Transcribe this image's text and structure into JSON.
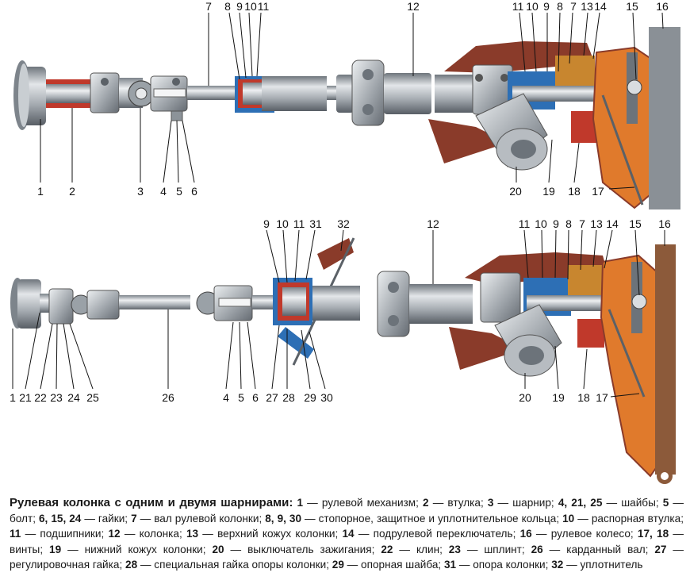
{
  "diagram": {
    "top_callouts": [
      {
        "id": "c7",
        "label": "7"
      },
      {
        "id": "c8",
        "label": "8"
      },
      {
        "id": "c9",
        "label": "9"
      },
      {
        "id": "c10",
        "label": "10"
      },
      {
        "id": "c11",
        "label": "11"
      },
      {
        "id": "c12",
        "label": "12"
      },
      {
        "id": "c11b",
        "label": "11"
      },
      {
        "id": "c10b",
        "label": "10"
      },
      {
        "id": "c9b",
        "label": "9"
      },
      {
        "id": "c8b",
        "label": "8"
      },
      {
        "id": "c7b",
        "label": "7"
      },
      {
        "id": "c13",
        "label": "13"
      },
      {
        "id": "c14",
        "label": "14"
      },
      {
        "id": "c15",
        "label": "15"
      },
      {
        "id": "c16",
        "label": "16"
      },
      {
        "id": "c1",
        "label": "1"
      },
      {
        "id": "c2",
        "label": "2"
      },
      {
        "id": "c3",
        "label": "3"
      },
      {
        "id": "c4",
        "label": "4"
      },
      {
        "id": "c5",
        "label": "5"
      },
      {
        "id": "c6",
        "label": "6"
      },
      {
        "id": "c20",
        "label": "20"
      },
      {
        "id": "c19",
        "label": "19"
      },
      {
        "id": "c18",
        "label": "18"
      },
      {
        "id": "c17",
        "label": "17"
      }
    ],
    "bottom_callouts": [
      {
        "id": "d9",
        "label": "9"
      },
      {
        "id": "d10",
        "label": "10"
      },
      {
        "id": "d11",
        "label": "11"
      },
      {
        "id": "d31",
        "label": "31"
      },
      {
        "id": "d32",
        "label": "32"
      },
      {
        "id": "d12",
        "label": "12"
      },
      {
        "id": "d11b",
        "label": "11"
      },
      {
        "id": "d10b",
        "label": "10"
      },
      {
        "id": "d9b",
        "label": "9"
      },
      {
        "id": "d8",
        "label": "8"
      },
      {
        "id": "d7",
        "label": "7"
      },
      {
        "id": "d13",
        "label": "13"
      },
      {
        "id": "d14",
        "label": "14"
      },
      {
        "id": "d15",
        "label": "15"
      },
      {
        "id": "d16",
        "label": "16"
      },
      {
        "id": "d1",
        "label": "1"
      },
      {
        "id": "d21",
        "label": "21"
      },
      {
        "id": "d22",
        "label": "22"
      },
      {
        "id": "d23",
        "label": "23"
      },
      {
        "id": "d24",
        "label": "24"
      },
      {
        "id": "d25",
        "label": "25"
      },
      {
        "id": "d26",
        "label": "26"
      },
      {
        "id": "d4",
        "label": "4"
      },
      {
        "id": "d5",
        "label": "5"
      },
      {
        "id": "d6",
        "label": "6"
      },
      {
        "id": "d27",
        "label": "27"
      },
      {
        "id": "d28",
        "label": "28"
      },
      {
        "id": "d29",
        "label": "29"
      },
      {
        "id": "d30",
        "label": "30"
      },
      {
        "id": "d20",
        "label": "20"
      },
      {
        "id": "d19",
        "label": "19"
      },
      {
        "id": "d18",
        "label": "18"
      },
      {
        "id": "d17",
        "label": "17"
      }
    ],
    "colors": {
      "steel": "#9aa1a7",
      "steel_light": "#d9dde0",
      "steel_dark": "#5b6167",
      "brown": "#8a3b2a",
      "orange": "#e07a2c",
      "red": "#c0392b",
      "blue": "#2d6fb5",
      "copper": "#c8862f"
    }
  },
  "caption": {
    "title": "Рулевая колонка с одним и двумя шарнирами:",
    "items": [
      {
        "key": "1",
        "text": " — рулевой механизм; "
      },
      {
        "key": "2",
        "text": " — втулка; "
      },
      {
        "key": "3",
        "text": " — шарнир; "
      },
      {
        "key": "4, 21, 25",
        "text": " — шай­бы; "
      },
      {
        "key": "5",
        "text": " — болт; "
      },
      {
        "key": "6, 15, 24",
        "text": " — гайки; "
      },
      {
        "key": "7",
        "text": " — вал рулевой колонки; "
      },
      {
        "key": "8, 9, 30",
        "text": " — стопорное, защитное и уплотнительное кольца; "
      },
      {
        "key": "10",
        "text": " — рас­порная втулка; "
      },
      {
        "key": "11",
        "text": " — подшипники; "
      },
      {
        "key": "12",
        "text": " — колонка; "
      },
      {
        "key": "13",
        "text": " — верхний кожух колонки; "
      },
      {
        "key": "14",
        "text": " — подрулевой переключатель; "
      },
      {
        "key": "16",
        "text": " — рулевое колесо; "
      },
      {
        "key": "17, 18",
        "text": " — винты; "
      },
      {
        "key": "19",
        "text": " — нижний кожух колонки; "
      },
      {
        "key": "20",
        "text": " — выключатель зажигания; "
      },
      {
        "key": "22",
        "text": " — клин; "
      },
      {
        "key": "23",
        "text": " — шплинт; "
      },
      {
        "key": "26",
        "text": " — карданный вал; "
      },
      {
        "key": "27",
        "text": " — регулировочная гайка; "
      },
      {
        "key": "28",
        "text": " — специальная гайка опоры колонки; "
      },
      {
        "key": "29",
        "text": " — опорная шайба; "
      },
      {
        "key": "31",
        "text": " — опора колонки; "
      },
      {
        "key": "32",
        "text": " — уп­лотнитель"
      }
    ]
  }
}
